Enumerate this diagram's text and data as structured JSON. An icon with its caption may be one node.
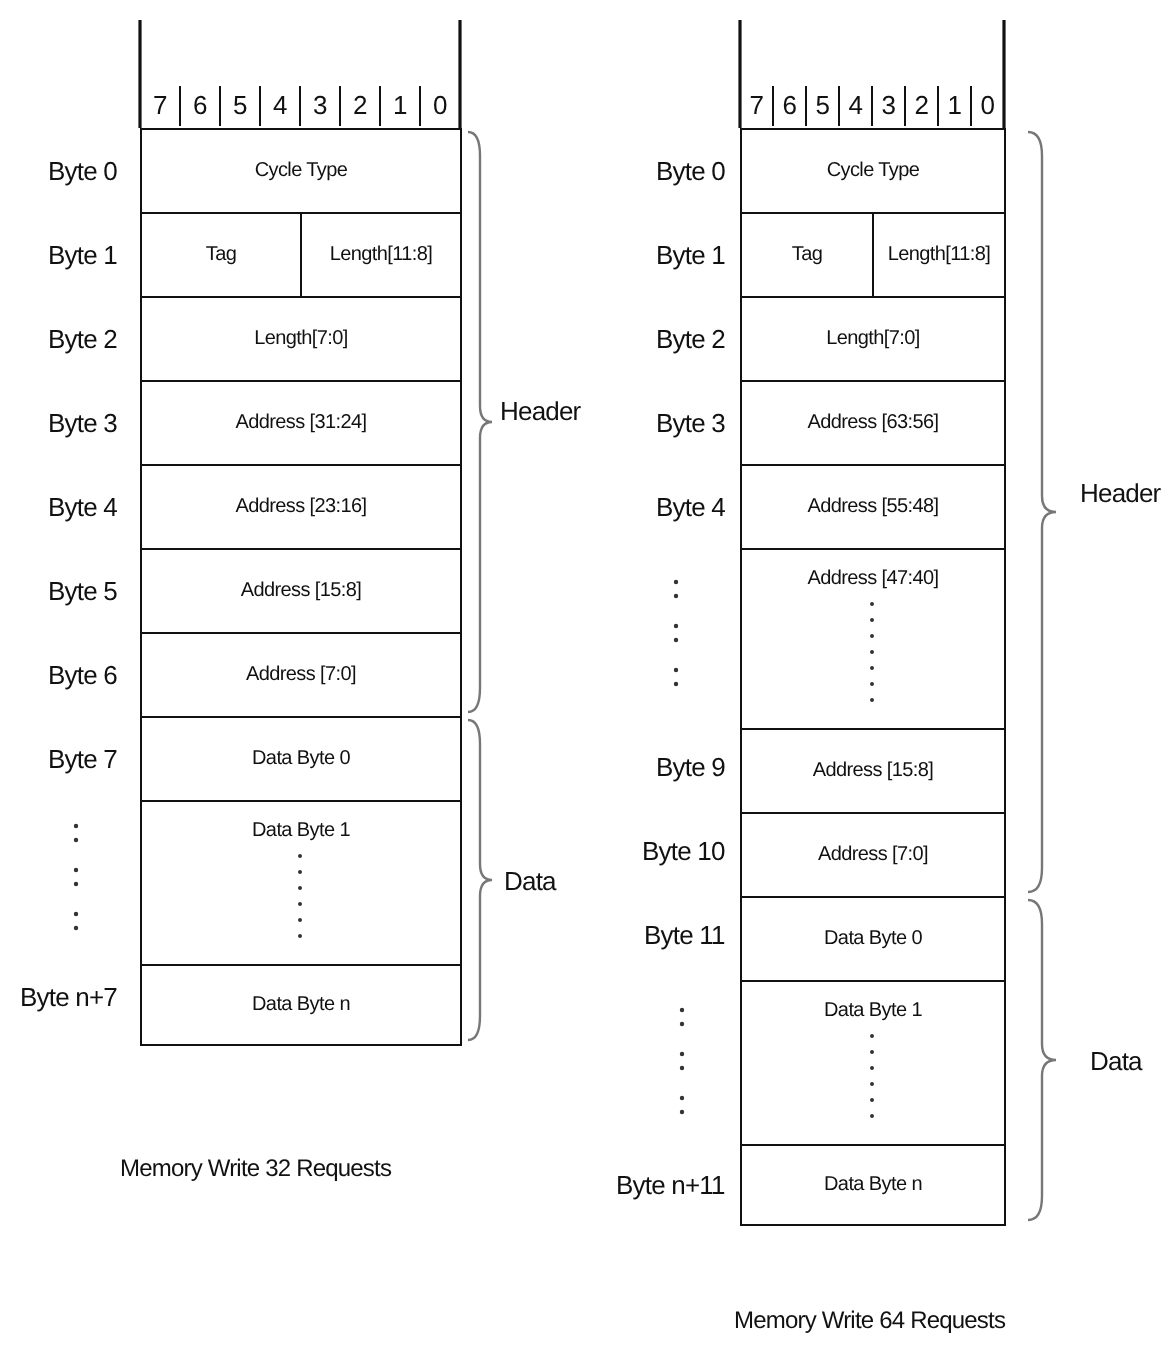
{
  "diagram": {
    "nodes": [
      {
        "text": [
          "Cycle Type"
        ]
      },
      {
        "text": [
          "Tag"
        ]
      },
      {
        "text": [
          "Length[11:8]"
        ]
      },
      {
        "text": [
          "Length[7:0]"
        ]
      },
      {
        "text": [
          "Address [31:24]"
        ]
      },
      {
        "text": [
          "Address [23:16]"
        ]
      },
      {
        "text": [
          "Address [15:8]"
        ]
      },
      {
        "text": [
          "Address [7:0]"
        ]
      },
      {
        "text": [
          "Data Byte 0"
        ]
      },
      {
        "text": [
          "Data Byte 1"
        ]
      },
      {
        "text": [
          "Data Byte n"
        ]
      },
      {
        "text": [
          "Cycle Type"
        ]
      },
      {
        "text": [
          "Tag"
        ]
      },
      {
        "text": [
          "Length[11:8]"
        ]
      },
      {
        "text": [
          "Length[7:0]"
        ]
      },
      {
        "text": [
          "Address [63:56]"
        ]
      },
      {
        "text": [
          "Address [55:48]"
        ]
      },
      {
        "text": [
          "Address [47:40]"
        ]
      },
      {
        "text": [
          "Address [15:8]"
        ]
      },
      {
        "text": [
          "Address [7:0]"
        ]
      },
      {
        "text": [
          "Data Byte 0"
        ]
      },
      {
        "text": [
          "Data Byte 1"
        ]
      },
      {
        "text": [
          "Data Byte n"
        ]
      }
    ],
    "labels": [
      "7",
      "6",
      "5",
      "4",
      "3",
      "2",
      "1",
      "0",
      "Byte 0",
      "Byte 1",
      "Byte 2",
      "Byte 3",
      "Byte 4",
      "Byte 5",
      "Byte 6",
      "Byte 7",
      "Byte n+7",
      "Header",
      "Data",
      "Memory Write 32 Requests",
      "7",
      "6",
      "5",
      "4",
      "3",
      "2",
      "1",
      "0",
      "Byte 0",
      "Byte 1",
      "Byte 2",
      "Byte 3",
      "Byte 4",
      "Byte 9",
      "Byte 10",
      "Byte 11",
      "Byte n+11",
      "Header",
      "Data",
      "Memory Write 64 Requests"
    ]
  }
}
